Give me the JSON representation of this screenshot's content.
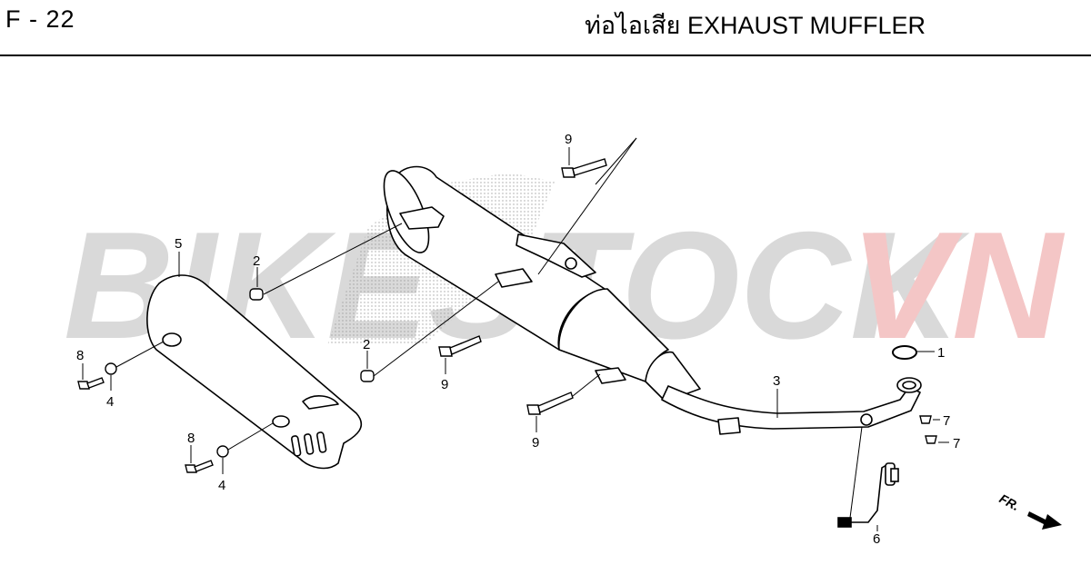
{
  "header": {
    "page_code": "F - 22",
    "title": "ท่อไอเสีย  EXHAUST MUFFLER"
  },
  "watermark": {
    "text_main": "BIKESTOCK",
    "text_accent": "VN",
    "color_main": "#d9d9d9",
    "color_accent": "#f4c6c6"
  },
  "callouts": {
    "c1": "1",
    "c2a": "2",
    "c2b": "2",
    "c3": "3",
    "c4a": "4",
    "c4b": "4",
    "c5": "5",
    "c6": "6",
    "c7a": "7",
    "c7b": "7",
    "c8a": "8",
    "c8b": "8",
    "c9a": "9",
    "c9b": "9",
    "c9c": "9"
  },
  "direction": {
    "label": "FR."
  }
}
